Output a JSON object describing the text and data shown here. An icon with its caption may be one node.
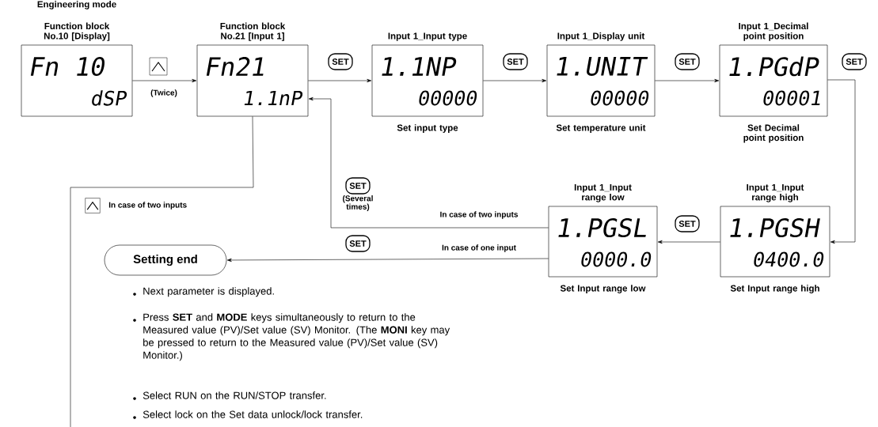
{
  "diagram": {
    "title": "Engineering mode",
    "nodes": [
      {
        "text": [
          "Function block No.10 [Display]",
          "Fn 10",
          "dSP"
        ]
      },
      {
        "text": [
          "Function block No.21 [Input 1]",
          "Fn21",
          "1.1nP"
        ]
      },
      {
        "text": [
          "Input 1_Input type",
          "1.1NP",
          "00000"
        ],
        "beside": [
          "Set input type"
        ]
      },
      {
        "text": [
          "Input 1_Display unit",
          "1.UNIT",
          "00000"
        ],
        "beside": [
          "Set temperature unit"
        ]
      },
      {
        "text": [
          "Input 1_Decimal point position",
          "1.PGdP",
          "00001"
        ],
        "beside": [
          "Set Decimal point position"
        ]
      },
      {
        "text": [
          "Input 1_Input range high",
          "1.PGSH",
          "0400.0"
        ],
        "beside": [
          "Set Input range high"
        ]
      },
      {
        "text": [
          "Input 1_Input range low",
          "1.PGSL",
          "0000.0"
        ],
        "beside": [
          "Set Input range low"
        ]
      },
      {
        "text": [
          "Setting end"
        ]
      }
    ],
    "edges": [
      {
        "from": 0,
        "to": 1,
        "arrow": "to",
        "label": "(Twice)"
      },
      {
        "from": 1,
        "to": 2,
        "arrow": "to"
      },
      {
        "from": 2,
        "to": 3,
        "arrow": "to"
      },
      {
        "from": 3,
        "to": 4,
        "arrow": "to"
      },
      {
        "from": 4,
        "to": 5,
        "arrow": "to"
      },
      {
        "from": 5,
        "to": 6,
        "arrow": "to"
      },
      {
        "from": 6,
        "to": 1,
        "arrow": "to",
        "label": "In case of two inputs"
      },
      {
        "from": 6,
        "to": 7,
        "arrow": "to",
        "label": "In case of one input"
      },
      {
        "from": 1,
        "to": null,
        "arrow": "none"
      }
    ],
    "labels": [
      "SET",
      "SET",
      "SET",
      "SET",
      "SET",
      "(Several times)",
      "In case of two inputs",
      "SET",
      "SET",
      "Next parameter is displayed.",
      "Press **SET** and **MODE** keys simultaneously to return to the Measured value (PV)/Set value (SV) Monitor. (The **MONI** key may be pressed to return to the Measured value (PV)/Set value (SV) Monitor.)",
      "Select RUN on the RUN/STOP transfer.",
      "Select lock on the Set data unlock/lock transfer."
    ]
  }
}
